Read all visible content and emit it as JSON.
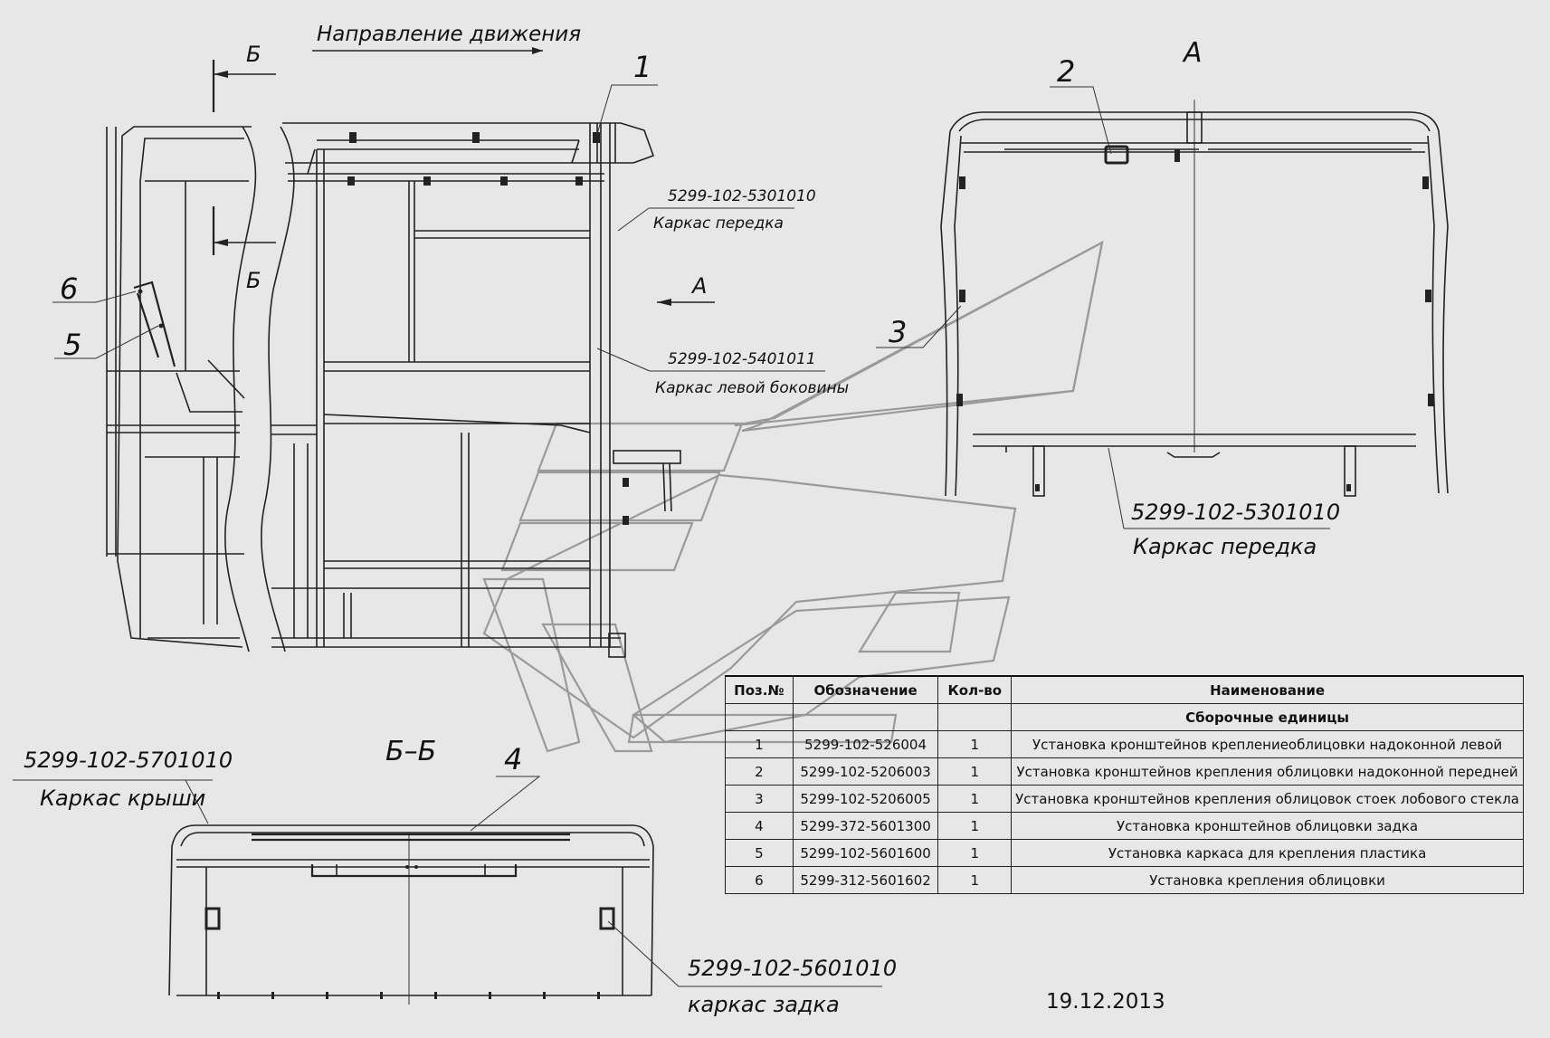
{
  "labels": {
    "direction": "Направление движения",
    "section_b": "Б",
    "view_a": "А",
    "arrow_a": "А",
    "section_bb": "Б–Б",
    "callout_1": "1",
    "callout_2": "2",
    "callout_3": "3",
    "callout_4": "4",
    "callout_5": "5",
    "callout_6": "6",
    "front_frame_code_small": "5299-102-5301010",
    "front_frame_name_small": "Каркас передка",
    "left_side_code": "5299-102-5401011",
    "left_side_name": "Каркас левой боковины",
    "front_frame_code": "5299-102-5301010",
    "front_frame_name": "Каркас передка",
    "roof_code": "5299-102-5701010",
    "roof_name": "Каркас крыши",
    "rear_code": "5299-102-5601010",
    "rear_name": "каркас задка"
  },
  "table": {
    "headers": [
      "Поз.№",
      "Обозначение",
      "Кол-во",
      "Наименование"
    ],
    "section": "Сборочные единицы",
    "rows": [
      {
        "pos": "1",
        "code": "5299-102-526004",
        "qty": "1",
        "name": "Установка кронштейнов креплениеоблицовки надоконной левой"
      },
      {
        "pos": "2",
        "code": "5299-102-5206003",
        "qty": "1",
        "name": "Установка кронштейнов крепления облицовки надоконной передней"
      },
      {
        "pos": "3",
        "code": "5299-102-5206005",
        "qty": "1",
        "name": "Установка кронштейнов крепления облицовок стоек лобового стекла"
      },
      {
        "pos": "4",
        "code": "5299-372-5601300",
        "qty": "1",
        "name": "Установка кронштейнов облицовки задка"
      },
      {
        "pos": "5",
        "code": "5299-102-5601600",
        "qty": "1",
        "name": "Установка каркаса для крепления пластика"
      },
      {
        "pos": "6",
        "code": "5299-312-5601602",
        "qty": "1",
        "name": "Установка крепления облицовки"
      }
    ]
  },
  "date": "19.12.2013",
  "colors": {
    "background": "#e7e7e7",
    "line": "#222222",
    "watermark": "#9a9a9a"
  }
}
